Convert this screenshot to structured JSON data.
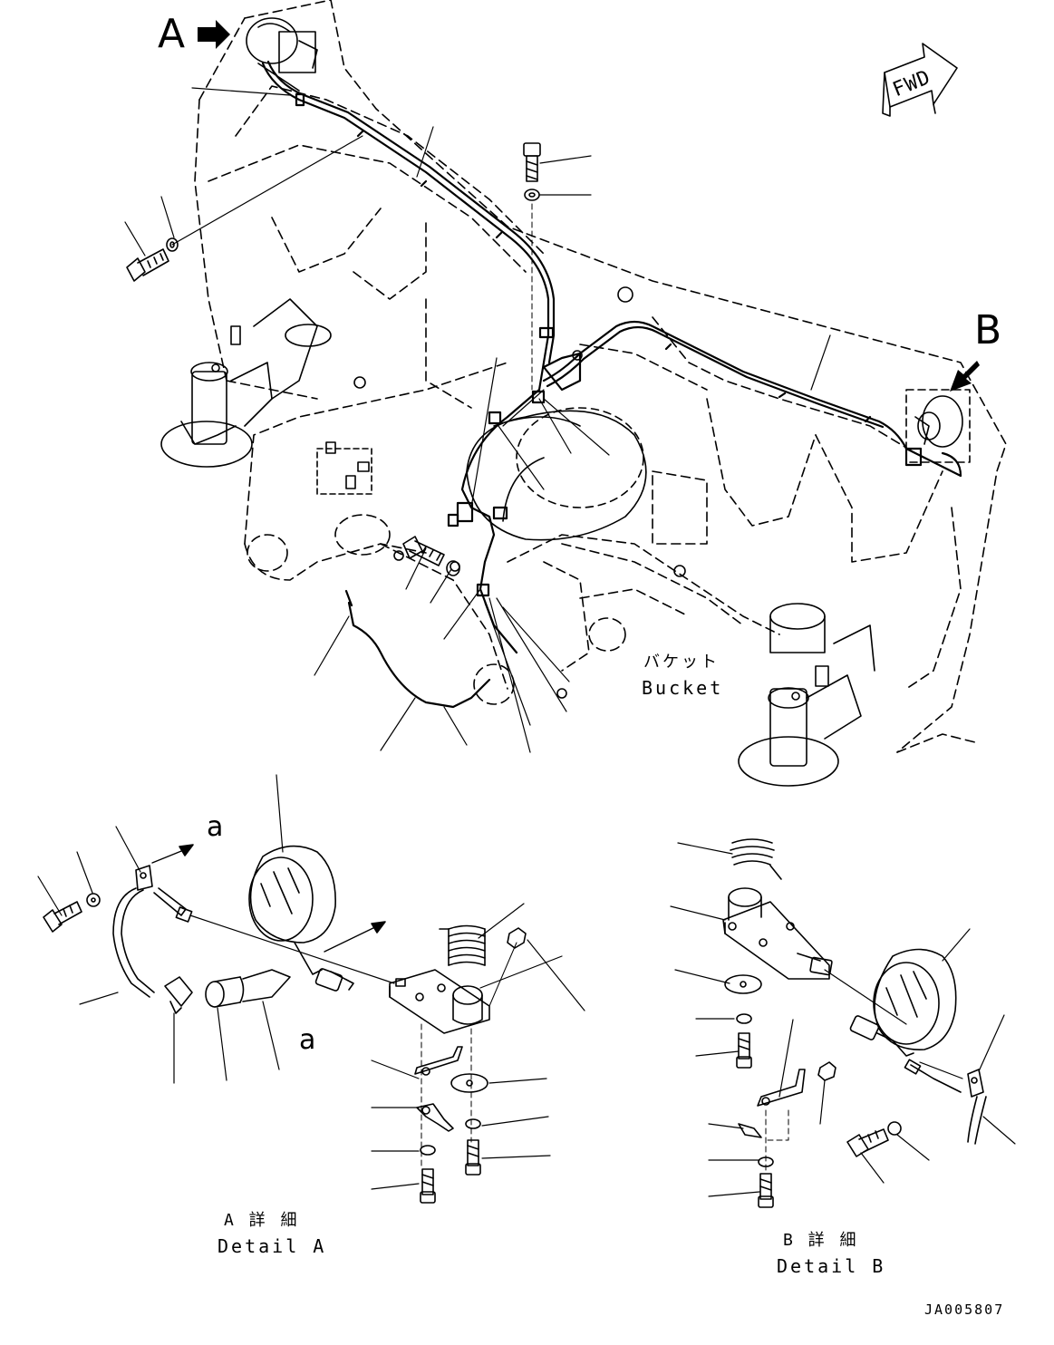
{
  "labels": {
    "view_a": "A",
    "view_b": "B",
    "fwd": "FWD",
    "arrow_a1": "a",
    "arrow_a2": "a",
    "bucket_jp": "バケット",
    "bucket_en": "Bucket",
    "detail_a_jp": "A 詳 細",
    "detail_a_en": "Detail A",
    "detail_b_jp": "B 詳 細",
    "detail_b_en": "Detail B",
    "drawing_code": "JA005807"
  }
}
